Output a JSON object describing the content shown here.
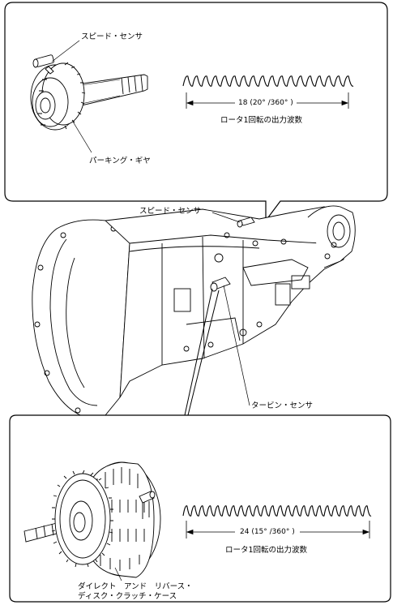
{
  "top_panel": {
    "speed_sensor_label": "スピード・センサ",
    "parking_gear_label": "パーキング・ギヤ",
    "dimension_label": "18 (20° /360° )",
    "waveform_caption": "ロータ1回転の出力波数",
    "pulse_count": 18
  },
  "main": {
    "speed_sensor_label": "スピード・センサ",
    "turbine_sensor_label": "タービン・センサ"
  },
  "bottom_panel": {
    "dimension_label": "24 (15° /360° )",
    "waveform_caption": "ロータ1回転の出力波数",
    "clutch_label_line1": "ダイレクト　アンド　リバース・",
    "clutch_label_line2": "ディスク・クラッチ・ケース",
    "pulse_count": 24
  }
}
